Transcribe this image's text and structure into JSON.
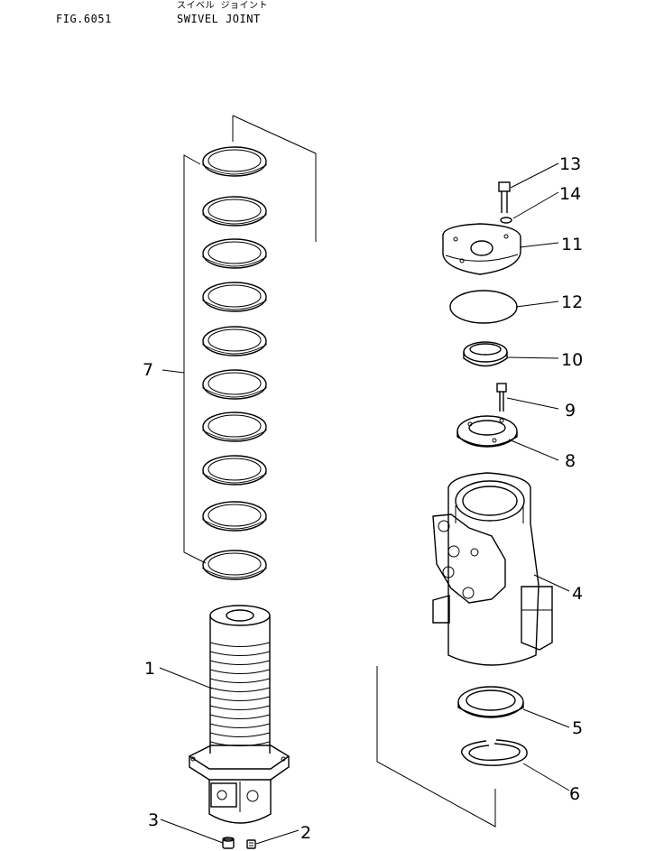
{
  "header": {
    "figure_id": "FIG.6051",
    "title_jp": "スイベル ジョイント",
    "title_en": "SWIVEL JOINT"
  },
  "callouts": {
    "c1": "1",
    "c2": "2",
    "c3": "3",
    "c4": "4",
    "c5": "5",
    "c6": "6",
    "c7": "7",
    "c8": "8",
    "c9": "9",
    "c10": "10",
    "c11": "11",
    "c12": "12",
    "c13": "13",
    "c14": "14"
  }
}
